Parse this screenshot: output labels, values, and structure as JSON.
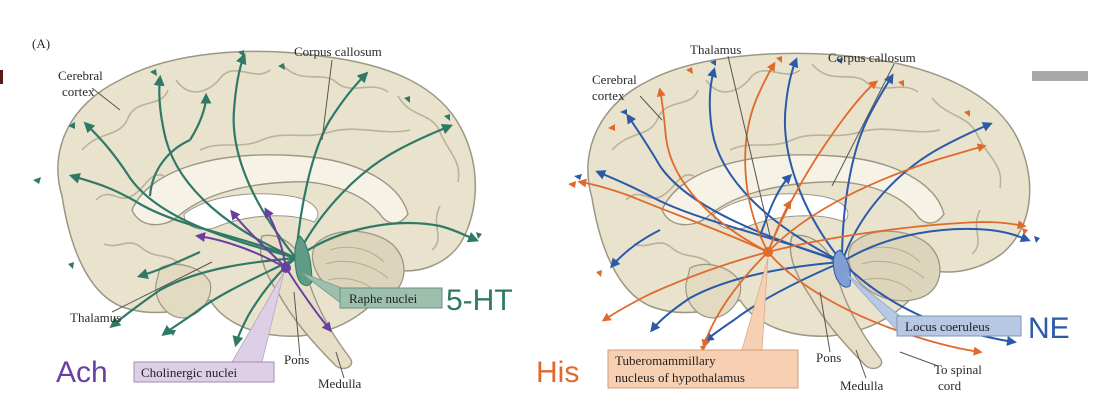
{
  "panel_label": "(A)",
  "left_brain": {
    "labels": {
      "cerebral_cortex_1": "Cerebral",
      "cerebral_cortex_2": "cortex",
      "corpus_callosum": "Corpus callosum",
      "thalamus": "Thalamus",
      "pons": "Pons",
      "medulla": "Medulla"
    },
    "boxes": {
      "raphe": "Raphe nuclei",
      "cholinergic": "Cholinergic nuclei"
    },
    "systems": {
      "serotonin": "5-HT",
      "acetylcholine": "Ach"
    }
  },
  "right_brain": {
    "labels": {
      "thalamus": "Thalamus",
      "corpus_callosum": "Corpus callosum",
      "cerebral_cortex_1": "Cerebral",
      "cerebral_cortex_2": "cortex",
      "pons": "Pons",
      "medulla": "Medulla",
      "spinal_1": "To spinal",
      "spinal_2": "cord"
    },
    "boxes": {
      "locus": "Locus coeruleus",
      "tubero_1": "Tuberomammillary",
      "tubero_2": "nucleus of hypothalamus"
    },
    "systems": {
      "norepinephrine": "NE",
      "histamine": "His"
    }
  },
  "colors": {
    "serotonin": "#2f7a66",
    "acetylcholine": "#6b3fa0",
    "norepinephrine": "#2a5aa8",
    "histamine": "#e06a2c",
    "tissue": "#e9e2cc",
    "tissue_outline": "#9c9684",
    "raphe_box": "#9dbfae",
    "cholinergic_box": "#ddd0e6",
    "locus_box": "#b6c8e3",
    "tubero_box": "#f7cfb2"
  }
}
